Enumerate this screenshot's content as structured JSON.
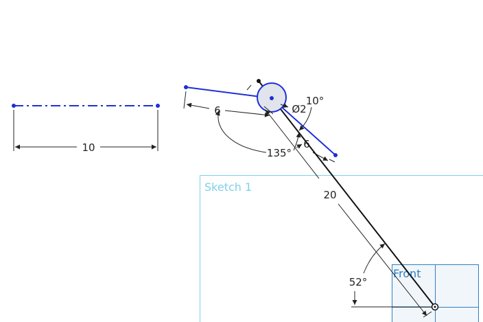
{
  "colors": {
    "construction": "#1f2fd6",
    "geometry": "#111111",
    "dimension": "#222222",
    "sketch_plane": "#7fd0ea",
    "front_plane": "#2d7fc0",
    "front_fill": "#f1f6fa",
    "circle_fill": "#e1e4ec"
  },
  "sketch_plane": {
    "label": "Sketch 1"
  },
  "front_plane": {
    "label": "Front"
  },
  "dimensions": {
    "construction_length": "10",
    "left_line_length": "6",
    "obtuse_angle": "135°",
    "small_angle": "10°",
    "hole_diameter": "Ø2",
    "right_line_length": "6",
    "main_length": "20",
    "main_angle": "52°"
  }
}
